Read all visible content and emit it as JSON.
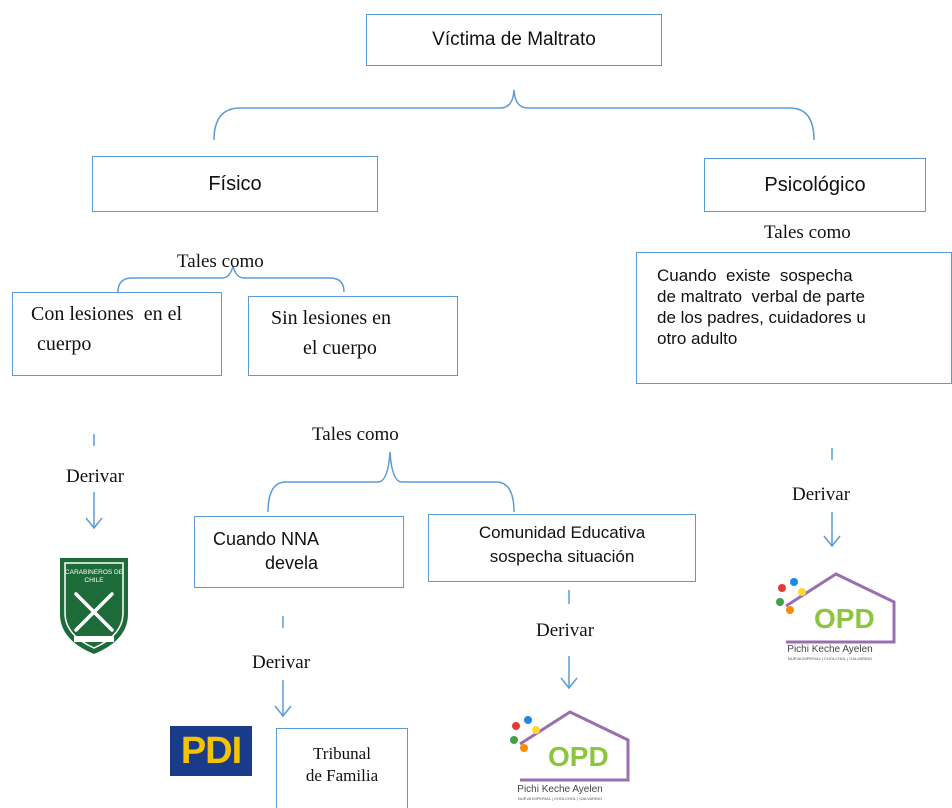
{
  "root": {
    "label": "Víctima de Maltrato"
  },
  "fisico": {
    "label": "Físico",
    "tales_como": "Tales como",
    "con_lesiones": [
      "Con lesiones  en el",
      "cuerpo"
    ],
    "sin_lesiones": [
      "Sin lesiones en",
      "el cuerpo"
    ],
    "tales_como_2": "Tales como",
    "derivar_left": "Derivar",
    "nna_devela": [
      "Cuando NNA",
      "devela"
    ],
    "comunidad": [
      "Comunidad Educativa",
      "sospecha situación"
    ],
    "derivar_mid": "Derivar",
    "derivar_right": "Derivar",
    "tribunal": [
      "Tribunal",
      "de Familia"
    ]
  },
  "psicologico": {
    "label": "Psicológico",
    "tales_como": "Tales como",
    "description": [
      "Cuando  existe  sospecha",
      "de maltrato  verbal de parte",
      "de los padres, cuidadores u",
      "otro adulto"
    ],
    "derivar": "Derivar"
  },
  "logos": {
    "carabineros_text": "CARABINEROS DE CHILE",
    "pdi_text": "PDI",
    "opd_text": "OPD",
    "opd_caption": "Pichi Keche Ayelen",
    "opd_subcaption": "NUEVA IMPERIAL | CHOLCHOL | GALVARINO"
  },
  "colors": {
    "box_border": "#5b9bd5",
    "carabineros_green": "#1e6b3a",
    "pdi_blue": "#1a3a8a",
    "pdi_yellow": "#f5c400",
    "opd_green": "#8cc63f",
    "opd_purple": "#9a6fb0"
  }
}
